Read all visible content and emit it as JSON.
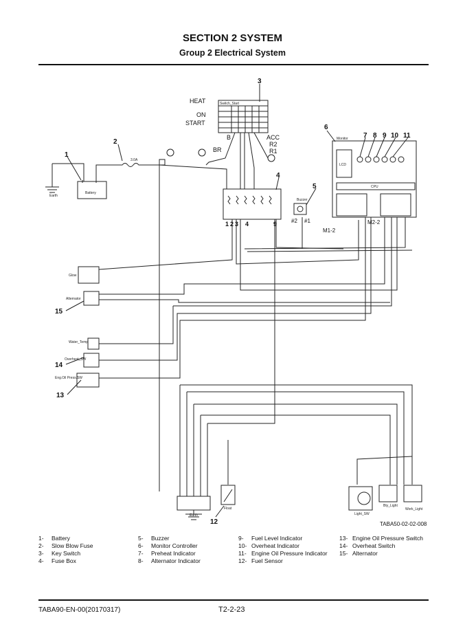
{
  "header": {
    "section_title": "SECTION 2 SYSTEM",
    "group_title": "Group 2 Electrical System"
  },
  "diagram": {
    "callouts": [
      "1",
      "2",
      "3",
      "4",
      "5",
      "6",
      "7",
      "8",
      "9",
      "10",
      "11",
      "12",
      "13",
      "14",
      "15"
    ],
    "key_positions": [
      "HEAT",
      "ON",
      "START"
    ],
    "key_terminals": [
      "B",
      "BR",
      "ACC",
      "R2",
      "R1"
    ],
    "fuse_box_pins": [
      "1",
      "2",
      "3",
      "4",
      "9"
    ],
    "buzzer_pins": [
      "#2",
      "#1"
    ],
    "monitor_connectors": [
      "M1-2",
      "M2-2"
    ],
    "small_labels": {
      "switch_start": "Switch_Start",
      "monitor": "Monitor",
      "lcd": "LCD",
      "cpu": "CPU",
      "battery": "Battery",
      "earth": "Earth",
      "buzzer": "Buzzer",
      "glow": "Glow",
      "alternator": "Alternator",
      "water_temp": "Water_Temp",
      "overheat_sw": "Overheat_SW",
      "eng_oil_press_sw": "Eng.Oil Press.SW",
      "float": "Float",
      "light_sw": "Light_SW",
      "bty_light": "Bty_Light",
      "work_light": "Work_Light",
      "fuse": "3.0A"
    },
    "figure_code": "TABA50-02-02-008"
  },
  "legend": {
    "columns": [
      [
        {
          "num": "1-",
          "label": "Battery"
        },
        {
          "num": "2-",
          "label": "Slow Blow Fuse"
        },
        {
          "num": "3-",
          "label": "Key Switch"
        },
        {
          "num": "4-",
          "label": "Fuse Box"
        }
      ],
      [
        {
          "num": "5-",
          "label": "Buzzer"
        },
        {
          "num": "6-",
          "label": "Monitor Controller"
        },
        {
          "num": "7-",
          "label": "Preheat Indicator"
        },
        {
          "num": "8-",
          "label": "Alternator Indicator"
        }
      ],
      [
        {
          "num": "9-",
          "label": "Fuel Level Indicator"
        },
        {
          "num": "10-",
          "label": "Overheat Indicator"
        },
        {
          "num": "11-",
          "label": "Engine Oil Pressure Indicator"
        },
        {
          "num": "12-",
          "label": "Fuel Sensor"
        }
      ],
      [
        {
          "num": "13-",
          "label": "Engine Oil Pressure Switch"
        },
        {
          "num": "14-",
          "label": "Overheat Switch"
        },
        {
          "num": "15-",
          "label": "Alternator"
        }
      ]
    ]
  },
  "footer": {
    "doc_code": "TABA90-EN-00(20170317)",
    "page_number": "T2-2-23"
  }
}
